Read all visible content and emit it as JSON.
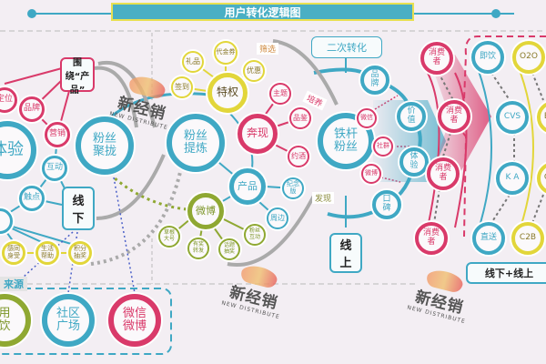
{
  "title": "用户转化逻辑图",
  "colors": {
    "pink": "#D93A6A",
    "teal": "#3FA8C4",
    "yellow": "#E2D63A",
    "olive": "#8FA832",
    "background": "#F3EEF3"
  },
  "logo": {
    "name": "新经销",
    "subtitle": "NEW DISTRIBUTE"
  },
  "left": {
    "around_product": "围绕“产品”",
    "pink_nodes": [
      "定位",
      "品牌",
      "营销"
    ],
    "experience": "体验",
    "teal_nodes": [
      "互动",
      "触点"
    ],
    "offline": "线下",
    "gather": "粉丝聚拢",
    "yellow_nodes": [
      "感同身受",
      "生活帮助",
      "积分抽奖"
    ],
    "source_label": "来源",
    "sources": [
      "用饮",
      "社区广场",
      "微信微博"
    ]
  },
  "middle": {
    "refine": "粉丝提炼",
    "privilege": {
      "label": "特权",
      "items": [
        "签到",
        "礼品",
        "代金券",
        "优惠"
      ]
    },
    "filter_label": "筛选",
    "meetup": {
      "label": "奔现",
      "items": [
        "主题",
        "品鉴",
        "约酒"
      ]
    },
    "product": {
      "label": "产品",
      "items": [
        "纪念版",
        "周边"
      ]
    },
    "weibo": {
      "label": "微博",
      "items": [
        "草根大号",
        "有奖转发",
        "话题抽奖",
        "粉丝互动"
      ]
    },
    "cultivate_label": "培养",
    "discover_label": "发现"
  },
  "right": {
    "secondary": "二次转化",
    "hardcore": "铁杆粉丝",
    "online": "线上",
    "chain": [
      "品牌",
      "价值",
      "体验",
      "口碑"
    ],
    "channels": [
      "微信",
      "社群",
      "微博"
    ],
    "consumers": [
      "消费者",
      "消费者",
      "消费者",
      "消费者"
    ],
    "teal_outlets": [
      "即饮",
      "CVS",
      "K A",
      "直送"
    ],
    "yellow_outlets": [
      "O2O",
      "B",
      "C",
      "C2B"
    ],
    "combined": "线下+线上"
  }
}
